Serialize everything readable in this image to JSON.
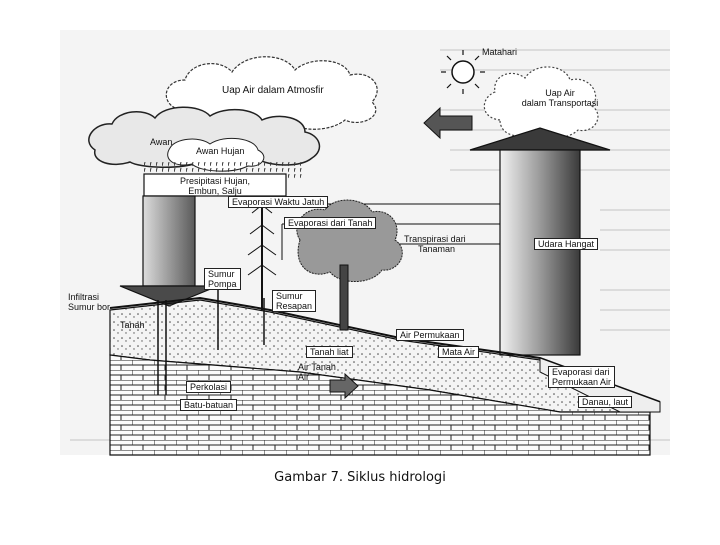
{
  "diagram": {
    "labels": {
      "matahari": "Matahari",
      "uap_air_atmosfir": "Uap Air dalam Atmosfir",
      "uap_air_transportasi_1": "Uap Air",
      "uap_air_transportasi_2": "dalam Transportasi",
      "awan": "Awan",
      "awan_hujan": "Awan Hujan",
      "presipitasi_1": "Presipitasi Hujan,",
      "presipitasi_2": "Embun, Salju",
      "evaporasi_waktu_jatuh": "Evaporasi Waktu Jatuh",
      "evaporasi_tanah": "Evaporasi dari Tanah",
      "transpirasi_1": "Transpirasi dari",
      "transpirasi_2": "Tanaman",
      "udara_hangat": "Udara Hangat",
      "sumur_pompa_1": "Sumur",
      "sumur_pompa_2": "Pompa",
      "infiltrasi_1": "Infiltrasi",
      "infiltrasi_2": "Sumur bor",
      "sumur_resapan_1": "Sumur",
      "sumur_resapan_2": "Resapan",
      "tanah": "Tanah",
      "air_permukaan": "Air Permukaan",
      "tanah_liat": "Tanah liat",
      "mata_air": "Mata Air",
      "air_tanah_1": "Air Tanah",
      "air_tanah_2": "Air",
      "perkolasi": "Perkolasi",
      "batu_batuan": "Batu-batuan",
      "evaporasi_permukaan_1": "Evaporasi dari",
      "evaporasi_permukaan_2": "Permukaan Air",
      "danau_laut": "Danau, laut"
    }
  },
  "caption": "Gambar 7.  Siklus hidrologi"
}
